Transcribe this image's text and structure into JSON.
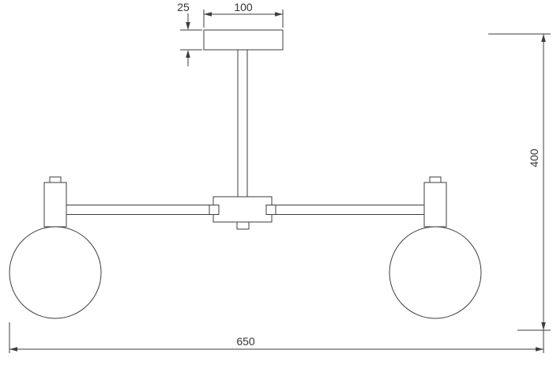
{
  "drawing": {
    "line_color": "#3d3d3d",
    "background_color": "#ffffff",
    "dimensions": {
      "canopy_height": "25",
      "canopy_width": "100",
      "overall_height": "400",
      "overall_width": "650"
    }
  }
}
